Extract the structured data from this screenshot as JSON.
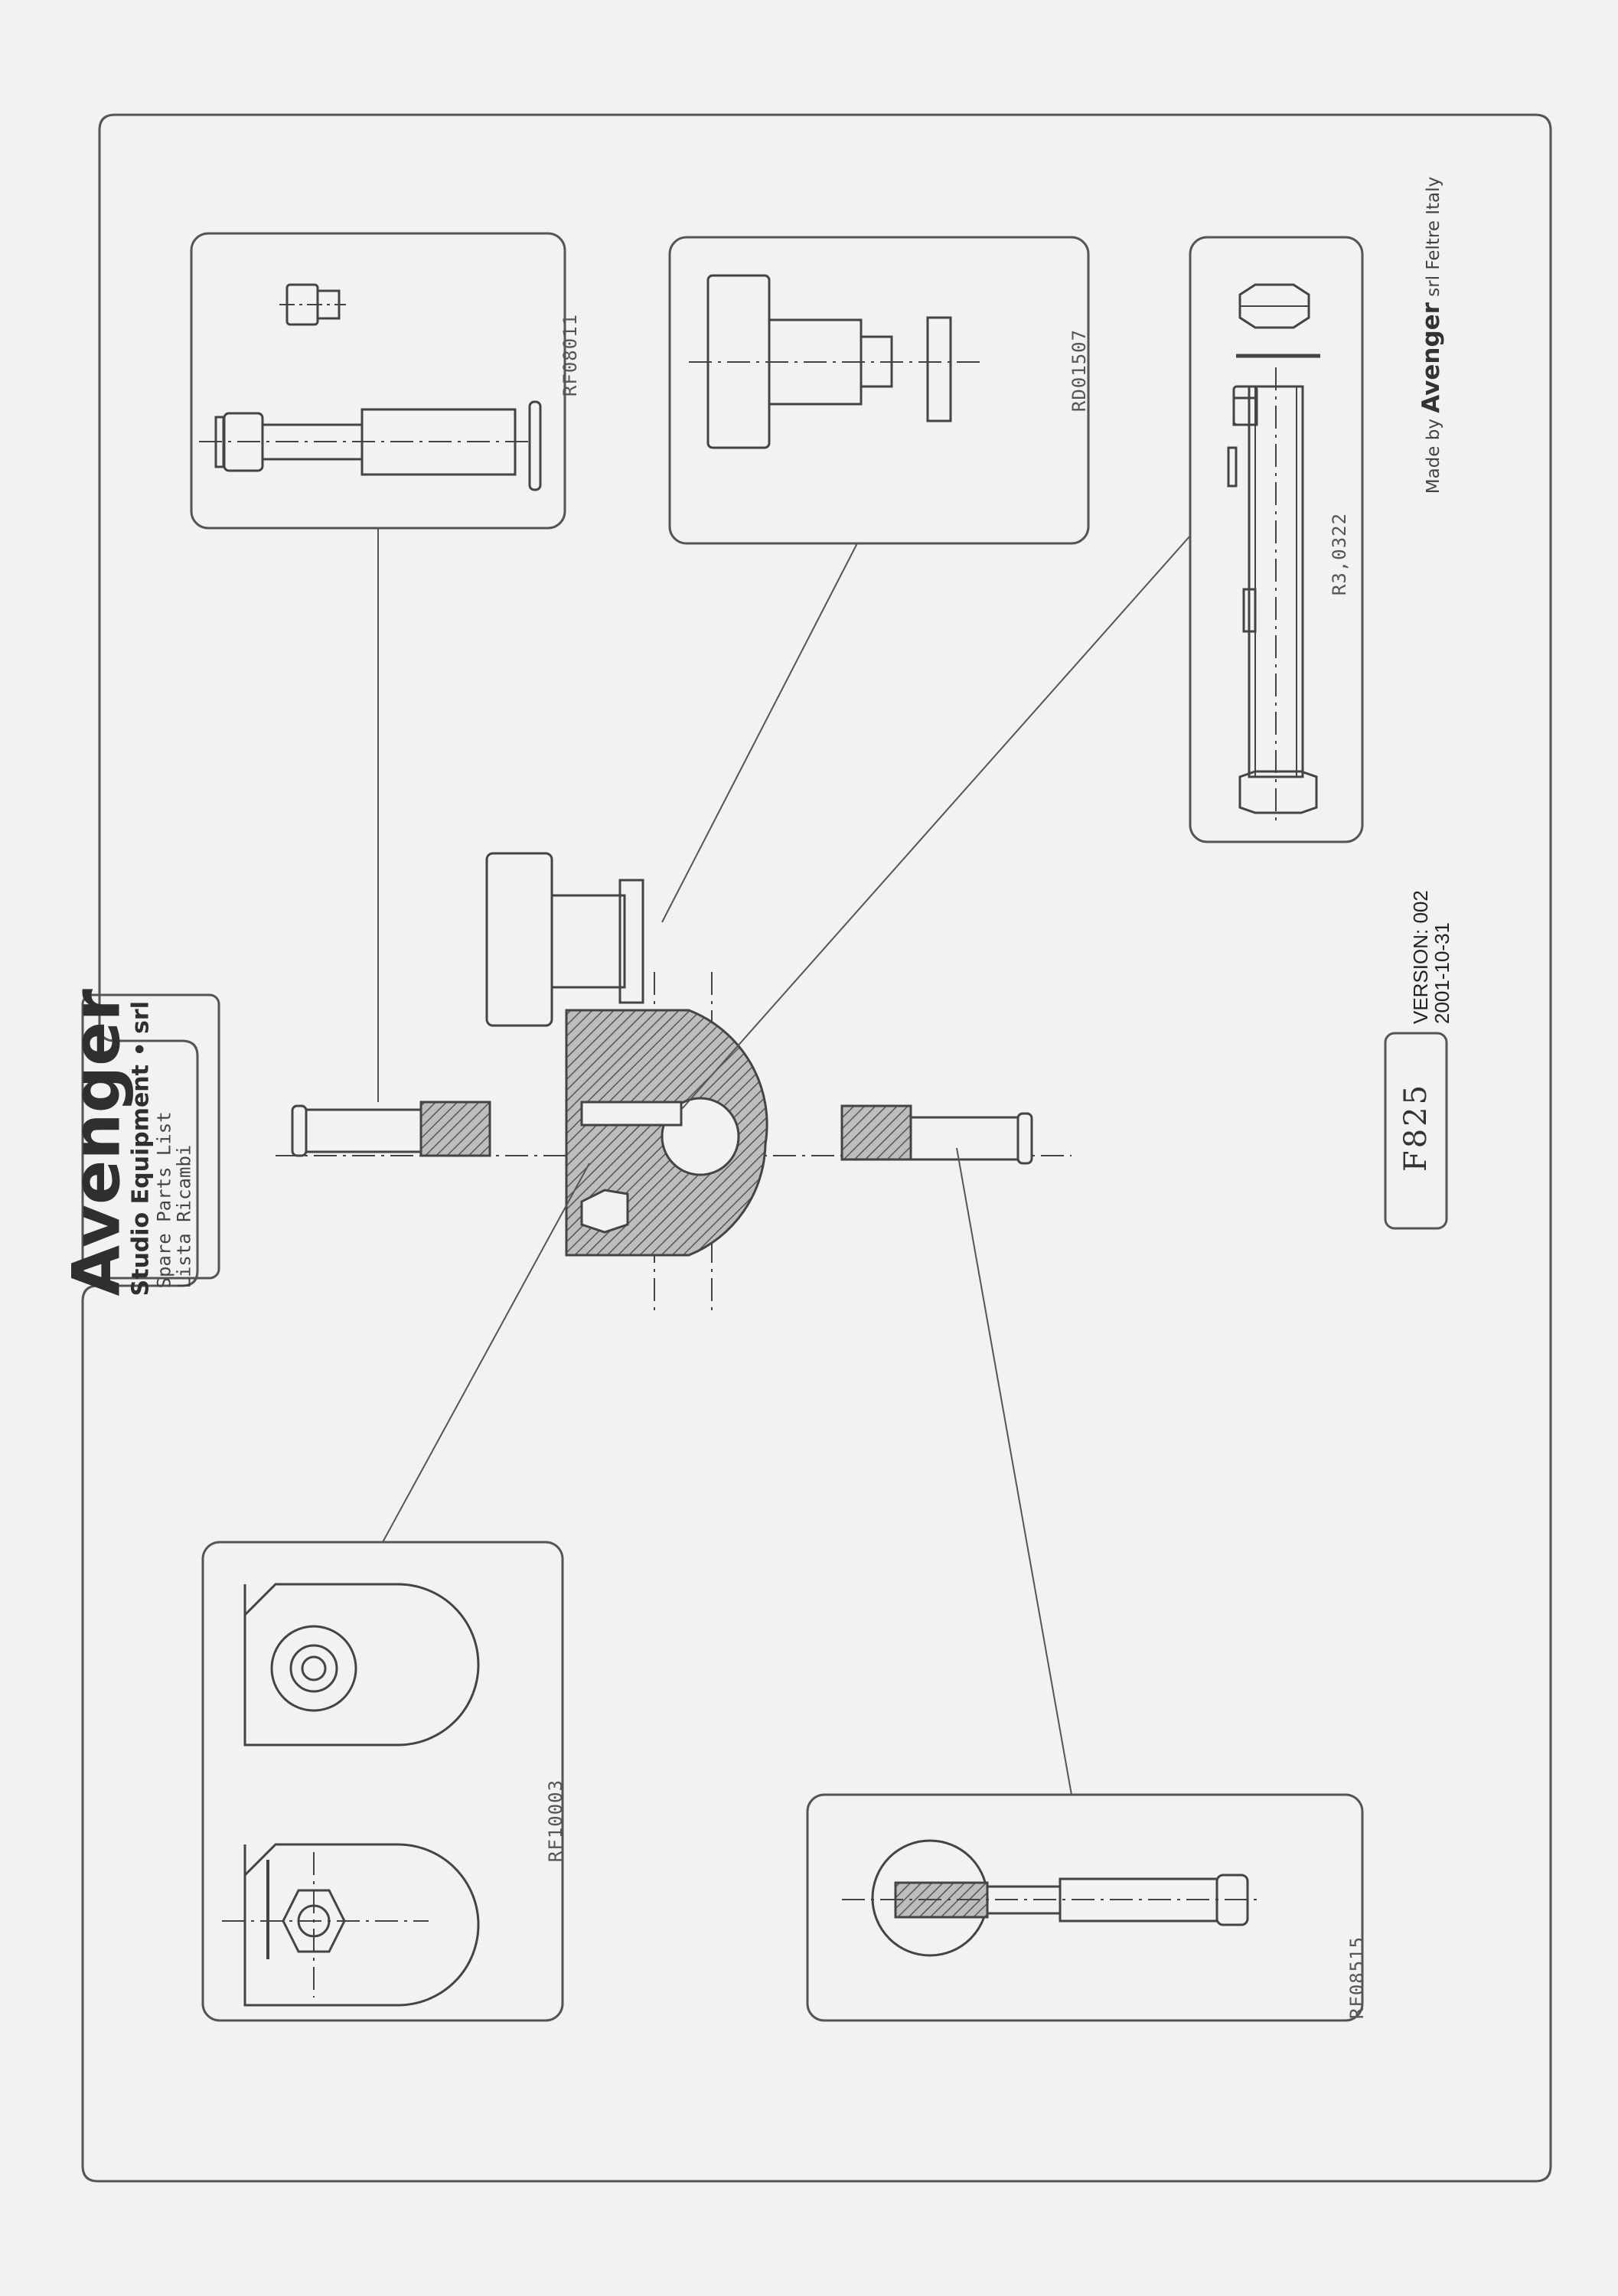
{
  "brand": {
    "name": "Avenger",
    "subtitle": "Studio Equipment • srl",
    "line1": "Spare Parts List",
    "line2": "Lista Ricambi"
  },
  "made_by": {
    "prefix": "Made  by",
    "brand": "Avenger",
    "suffix": "srl  Feltre Italy"
  },
  "model": "F825",
  "version": {
    "label": "VERSION: 002",
    "date": "2001-10-31"
  },
  "parts": [
    {
      "code": "RF08011"
    },
    {
      "code": "RD01507"
    },
    {
      "code": "R3,0322"
    },
    {
      "code": "RF10003"
    },
    {
      "code": "RF08515"
    }
  ]
}
